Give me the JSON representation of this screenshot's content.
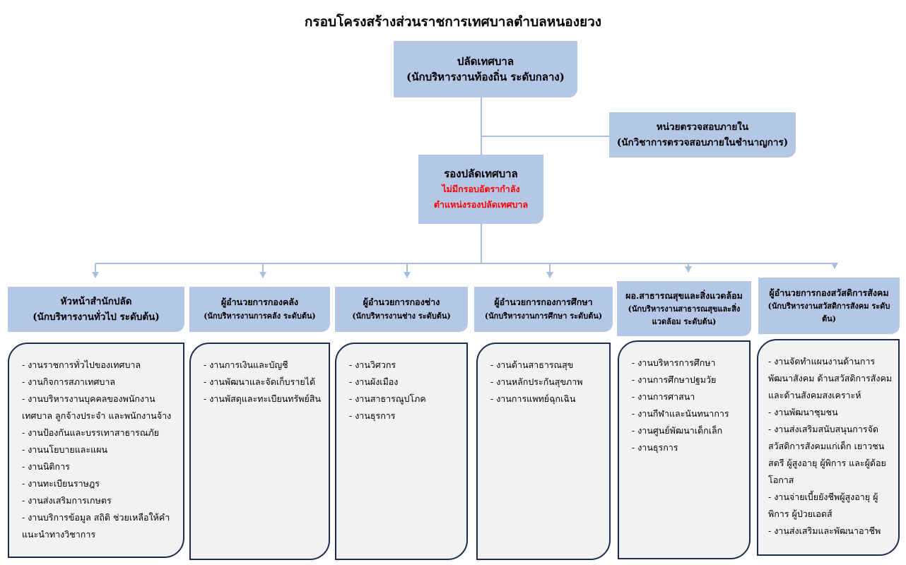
{
  "title": "กรอบโครงสร้างส่วนราชการเทศบาลตำบลหนองยวง",
  "top_box": {
    "line1": "ปลัดเทศบาล",
    "line2": "(นักบริหารงานท้องถิ่น ระดับกลาง)"
  },
  "audit_box": {
    "line1": "หน่วยตรวจสอบภายใน",
    "line2": "(นักวิชาการตรวจสอบภายในชำนาญการ)"
  },
  "deputy_box": {
    "line1": "รองปลัดเทศบาล",
    "note1": "ไม่มีกรอบอัตรากำลัง",
    "note2": "ตำแหน่งรองปลัดเทศบาล"
  },
  "departments": [
    {
      "line1": "หัวหน้าสำนักปลัด",
      "line2": "(นักบริหารงานทั่วไป ระดับต้น)",
      "duties": [
        "- งานราชการทั่วไปของเทศบาล",
        "- งานกิจการสภาเทศบาล",
        "- งานบริหารงานบุคคลของพนักงานเทศบาล ลูกจ้างประจำ และพนักงานจ้าง",
        "- งานป้องกันและบรรเทาสาธารณภัย",
        "- งานนโยบายและแผน",
        "- งานนิติการ",
        "- งานทะเบียนราษฎร",
        "- งานส่งเสริมการเกษตร",
        "- งานบริการข้อมูล สถิติ ช่วยเหลือให้คำแนะนำทางวิชาการ"
      ]
    },
    {
      "line1": "ผู้อำนวยการกองคลัง",
      "line2": "(นักบริหารงานการคลัง ระดับต้น)",
      "duties": [
        "- งานการเงินและบัญชี",
        "- งานพัฒนาและจัดเก็บรายได้",
        "- งานพัสดุและทะเบียนทรัพย์สิน"
      ]
    },
    {
      "line1": "ผู้อำนวยการกองช่าง",
      "line2": "(นักบริหารงานช่าง ระดับต้น)",
      "duties": [
        "- งานวิศวกร",
        "- งานผังเมือง",
        "- งานสาธารณูปโภค",
        "- งานธุรการ"
      ]
    },
    {
      "line1": "ผู้อำนวยการกองการศึกษา",
      "line2": "(นักบริหารงานการศึกษา ระดับต้น)",
      "duties": [
        "- งานด้านสาธารณสุข",
        "- งานหลักประกันสุขภาพ",
        "- งานการแพทย์ฉุกเฉิน"
      ]
    },
    {
      "line1": "ผอ.สาธารณสุขและสิ่งแวดล้อม",
      "line2": "(นักบริหารงานสาธารณสุขและสิ่งแวดล้อม ระดับต้น)",
      "duties": [
        "- งานบริหารการศึกษา",
        "- งานการศึกษาปฐมวัย",
        "- งานการศาสนา",
        "- งานกีฬาและนันทนาการ",
        "- งานศูนย์พัฒนาเด็กเล็ก",
        "- งานธุรการ"
      ]
    },
    {
      "line1": "ผู้อำนวยการกองสวัสดิการสังคม",
      "line2": "(นักบริหารงานสวัสดิการสังคม ระดับต้น)",
      "duties": [
        "- งานจัดทำแผนงานด้านการพัฒนาสังคม ด้านสวัสดิการสังคม และด้านสังคมสงเคราะห์",
        "- งานพัฒนาชุมชน",
        "- งานส่งเสริมสนับสนุนการจัดสวัสดิการสังคมแก่เด็ก เยาวชน สตรี ผู้สูงอายุ ผู้พิการ และผู้ด้อยโอกาส",
        "- งานจ่ายเบี้ยยังชีพผู้สูงอายุ ผู้พิการ ผู้ป่วยเอดส์",
        "- งานส่งเสริมและพัฒนาอาชีพ"
      ]
    }
  ]
}
